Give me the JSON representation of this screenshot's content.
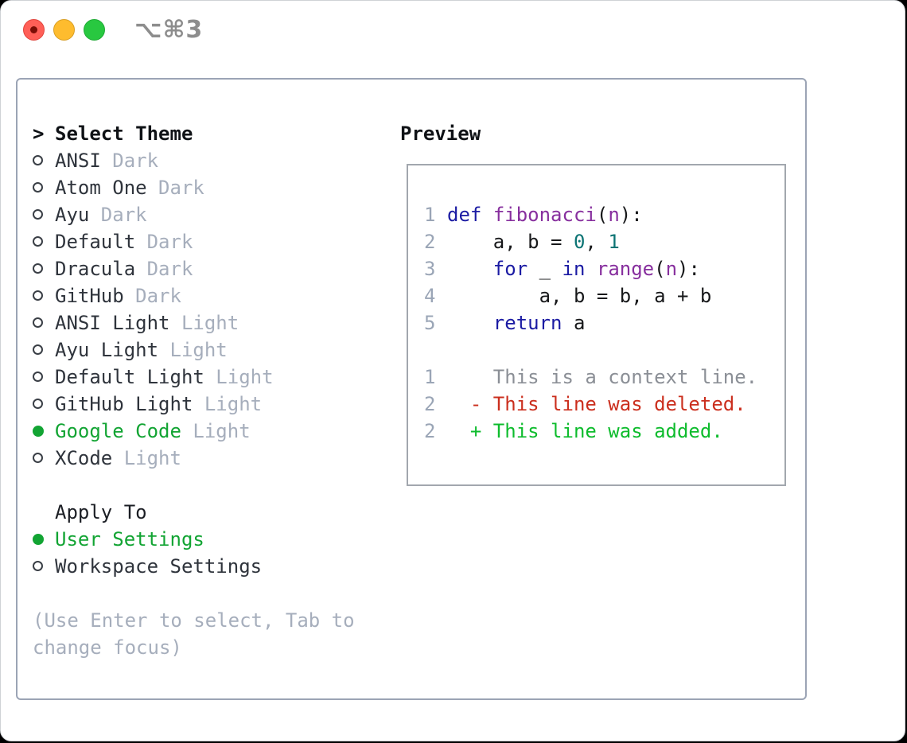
{
  "window": {
    "shortcut": "⌥⌘3"
  },
  "theme_list": {
    "header": {
      "marker": ">",
      "label": "Select Theme"
    },
    "items": [
      {
        "name": "ANSI",
        "variant": "Dark",
        "selected": false
      },
      {
        "name": "Atom One",
        "variant": "Dark",
        "selected": false
      },
      {
        "name": "Ayu",
        "variant": "Dark",
        "selected": false
      },
      {
        "name": "Default",
        "variant": "Dark",
        "selected": false
      },
      {
        "name": "Dracula",
        "variant": "Dark",
        "selected": false
      },
      {
        "name": "GitHub",
        "variant": "Dark",
        "selected": false
      },
      {
        "name": "ANSI Light",
        "variant": "Light",
        "selected": false
      },
      {
        "name": "Ayu Light",
        "variant": "Light",
        "selected": false
      },
      {
        "name": "Default Light",
        "variant": "Light",
        "selected": false
      },
      {
        "name": "GitHub Light",
        "variant": "Light",
        "selected": false
      },
      {
        "name": "Google Code",
        "variant": "Light",
        "selected": true
      },
      {
        "name": "XCode",
        "variant": "Light",
        "selected": false
      }
    ]
  },
  "apply_to": {
    "header": "Apply To",
    "options": [
      {
        "label": "User Settings",
        "selected": true
      },
      {
        "label": "Workspace Settings",
        "selected": false
      }
    ]
  },
  "help_lines": [
    "(Use Enter to select, Tab to",
    "change focus)"
  ],
  "preview": {
    "header": "Preview",
    "code_lines": [
      {
        "num": "1",
        "tokens": [
          [
            "kw",
            "def"
          ],
          [
            "pln",
            " "
          ],
          [
            "fn",
            "fibonacci"
          ],
          [
            "pln",
            "("
          ],
          [
            "fn",
            "n"
          ],
          [
            "pln",
            "):"
          ]
        ]
      },
      {
        "num": "2",
        "tokens": [
          [
            "pln",
            "    a, b = "
          ],
          [
            "lit",
            "0"
          ],
          [
            "pln",
            ", "
          ],
          [
            "lit",
            "1"
          ]
        ]
      },
      {
        "num": "3",
        "tokens": [
          [
            "pln",
            "    "
          ],
          [
            "kw",
            "for"
          ],
          [
            "pln",
            " _ "
          ],
          [
            "kw",
            "in"
          ],
          [
            "pln",
            " "
          ],
          [
            "fn",
            "range"
          ],
          [
            "pln",
            "("
          ],
          [
            "fn",
            "n"
          ],
          [
            "pln",
            "):"
          ]
        ]
      },
      {
        "num": "4",
        "tokens": [
          [
            "pln",
            "        a, b = b, a + b"
          ]
        ]
      },
      {
        "num": "5",
        "tokens": [
          [
            "pln",
            "    "
          ],
          [
            "kw",
            "return"
          ],
          [
            "pln",
            " a"
          ]
        ]
      },
      {
        "num": "",
        "tokens": []
      },
      {
        "num": "1",
        "tokens": [
          [
            "ctx",
            "    This is a context line."
          ]
        ]
      },
      {
        "num": "2",
        "tokens": [
          [
            "del",
            "  - This line was deleted."
          ]
        ]
      },
      {
        "num": "2",
        "tokens": [
          [
            "add",
            "  + This line was added."
          ]
        ]
      }
    ]
  },
  "colors": {
    "accent_green": "#12a433",
    "muted": "#a6aebc",
    "text_dark": "#2f343c",
    "header_text": "#0f1216",
    "line_number": "#9aa5b6",
    "keyword": "#1b1ba3",
    "function": "#872f9e",
    "number_literal": "#0c7474",
    "plain_code": "#17181a",
    "context": "#8b8f96",
    "deleted": "#cb2f1e",
    "added": "#0ebc2d",
    "panel_border": "#9ba4b5",
    "preview_border": "#a2a7ae",
    "traffic_red": "#ff5f57",
    "traffic_yellow": "#febc2e",
    "traffic_green": "#28c840",
    "shortcut_gray": "#8d8d8d"
  }
}
